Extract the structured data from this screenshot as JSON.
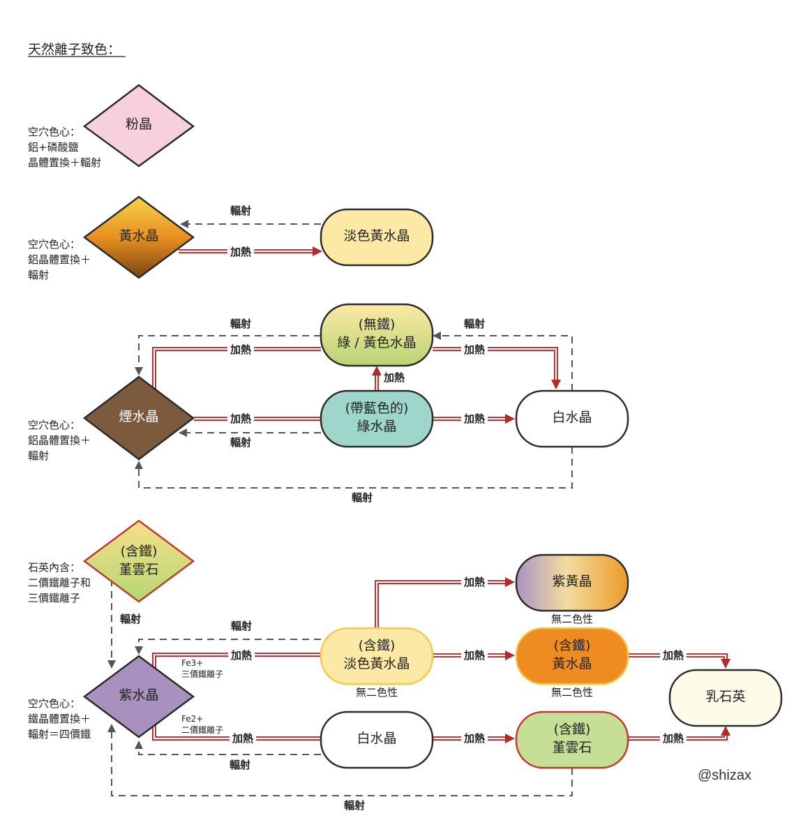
{
  "title": "天然離子致色：",
  "credit": "@shizax",
  "side_notes": {
    "rose": [
      "空穴色心：",
      "鋁+磷酸鹽",
      "晶體置換＋輻射"
    ],
    "citrine": [
      "空穴色心：",
      "鋁晶體置換＋",
      "輻射"
    ],
    "smoky": [
      "空穴色心：",
      "鋁晶體置換＋",
      "輻射"
    ],
    "ametrine_src": [
      "石英內含：",
      "二價鐵離子和",
      "三價鐵離子"
    ],
    "amethyst": [
      "空穴色心：",
      "鐵晶體置換＋",
      "輻射＝四價鐵"
    ]
  },
  "nodes": {
    "rose": [
      "粉晶"
    ],
    "citrine": [
      "黃水晶"
    ],
    "pale_citrine": [
      "淡色黃水晶"
    ],
    "green_yellow": [
      "(無鐵)",
      "綠 / 黃色水晶"
    ],
    "smoky": [
      "煙水晶"
    ],
    "blue_green": [
      "(帶藍色的)",
      "綠水晶"
    ],
    "clear1": [
      "白水晶"
    ],
    "prasiolite_src": [
      "(含鐵)",
      "堇雲石"
    ],
    "amethyst": [
      "紫水晶"
    ],
    "ametrine": [
      "紫黃晶"
    ],
    "pale_citrine_fe": [
      "(含鐵)",
      "淡色黃水晶"
    ],
    "citrine_fe": [
      "(含鐵)",
      "黃水晶"
    ],
    "milky": [
      "乳石英"
    ],
    "clear2": [
      "白水晶"
    ],
    "prasiolite": [
      "(含鐵)",
      "堇雲石"
    ]
  },
  "edges": {
    "heat": "加熱",
    "radiation": "輻射"
  },
  "notes": {
    "dichroic": "無二色性",
    "fe3": [
      "Fe3+",
      "三價鐵離子"
    ],
    "fe2": [
      "Fe2+",
      "二價鐵離子"
    ]
  },
  "colors": {
    "heat_arrow": "#b32a2a",
    "radiation_arrow": "#555555"
  }
}
